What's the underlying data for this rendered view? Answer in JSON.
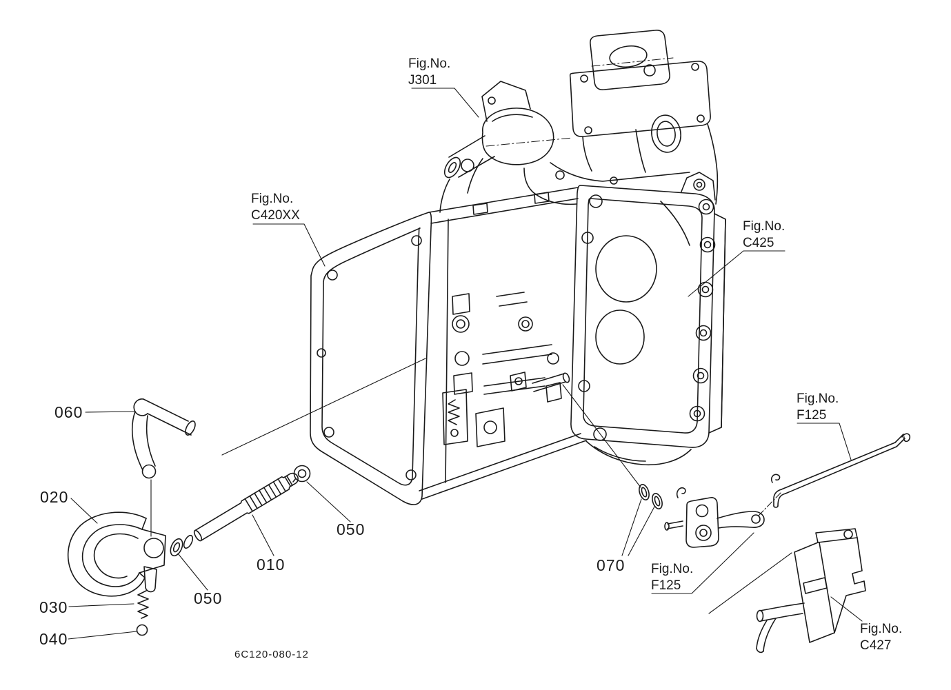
{
  "page": {
    "background": "#ffffff",
    "ink_color": "#1a1a1a"
  },
  "figure_refs": {
    "j301": {
      "prefix": "Fig.No.",
      "code": "J301"
    },
    "c420xx": {
      "prefix": "Fig.No.",
      "code": "C420XX"
    },
    "c425": {
      "prefix": "Fig.No.",
      "code": "C425"
    },
    "f125_upper": {
      "prefix": "Fig.No.",
      "code": "F125"
    },
    "f125_lower": {
      "prefix": "Fig.No.",
      "code": "F125"
    },
    "c427": {
      "prefix": "Fig.No.",
      "code": "C427"
    }
  },
  "callouts": {
    "c010": "010",
    "c020": "020",
    "c030": "030",
    "c040": "040",
    "c050_left": "050",
    "c050_right": "050",
    "c060": "060",
    "c070": "070"
  },
  "drawing_number": "6C120-080-12"
}
